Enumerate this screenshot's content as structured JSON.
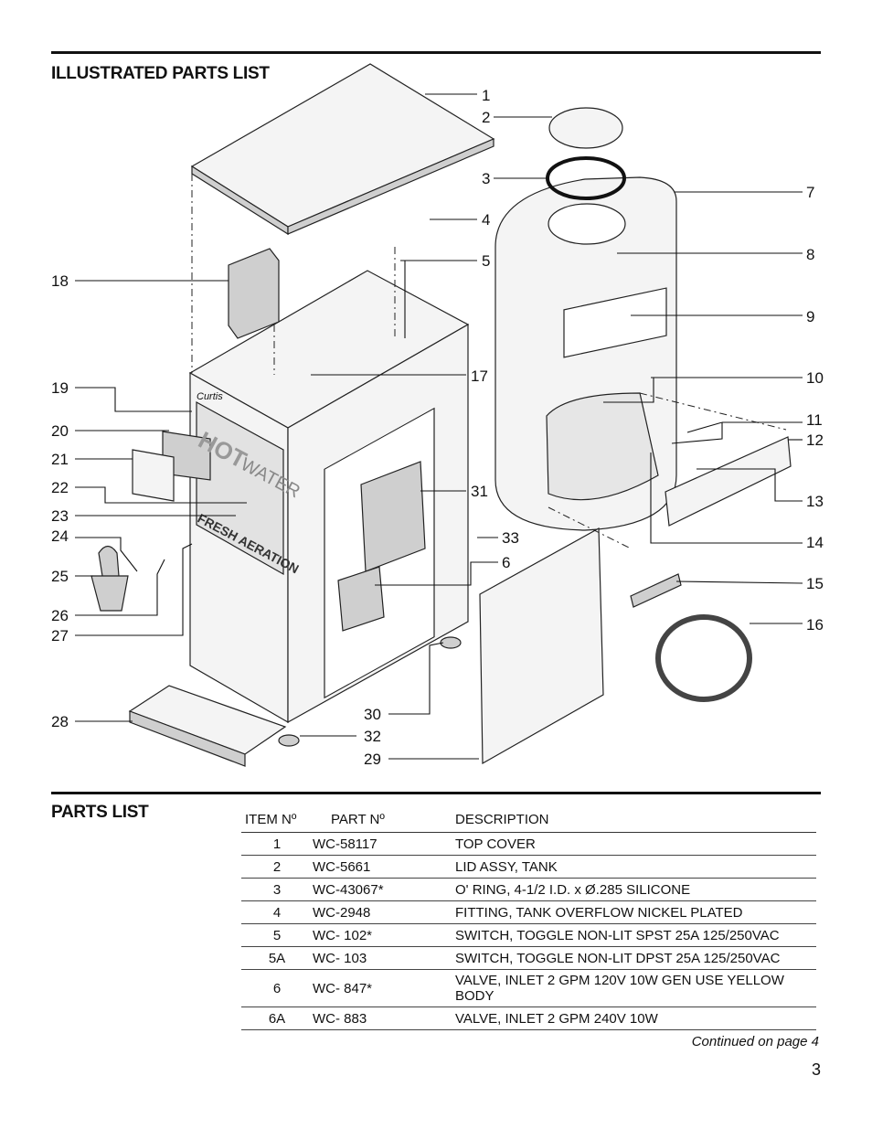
{
  "diagram": {
    "title": "ILLUSTRATED PARTS LIST",
    "callouts": [
      "1",
      "2",
      "3",
      "4",
      "5",
      "7",
      "8",
      "9",
      "10",
      "11",
      "12",
      "13",
      "14",
      "15",
      "16",
      "17",
      "18",
      "19",
      "20",
      "21",
      "22",
      "23",
      "24",
      "25",
      "26",
      "27",
      "28",
      "29",
      "30",
      "31",
      "32",
      "33",
      "6"
    ],
    "front_text": {
      "brand": "Curtis",
      "hot": "HOT",
      "water": "WATER",
      "band": "FRESH AERATION"
    }
  },
  "parts": {
    "title": "PARTS LIST",
    "headers": {
      "item": "ITEM Nº",
      "part": "PART Nº",
      "desc": "DESCRIPTION"
    },
    "rows": [
      {
        "item": "1",
        "part": "WC-58117",
        "desc": "TOP COVER"
      },
      {
        "item": "2",
        "part": "WC-5661",
        "desc": "LID ASSY, TANK"
      },
      {
        "item": "3",
        "part": "WC-43067*",
        "desc": "O' RING, 4-1/2 I.D. x Ø.285 SILICONE"
      },
      {
        "item": "4",
        "part": "WC-2948",
        "desc": "FITTING, TANK OVERFLOW NICKEL PLATED"
      },
      {
        "item": "5",
        "part": "WC- 102*",
        "desc": "SWITCH, TOGGLE NON-LIT SPST 25A 125/250VAC"
      },
      {
        "item": "5A",
        "part": "WC- 103",
        "desc": "SWITCH, TOGGLE NON-LIT DPST 25A 125/250VAC"
      },
      {
        "item": "6",
        "part": "WC- 847*",
        "desc": "VALVE, INLET 2 GPM 120V 10W GEN USE YELLOW BODY"
      },
      {
        "item": "6A",
        "part": "WC- 883",
        "desc": "VALVE, INLET 2 GPM 240V 10W"
      }
    ]
  },
  "footer": {
    "continued": "Continued on page 4",
    "page_number": "3"
  }
}
